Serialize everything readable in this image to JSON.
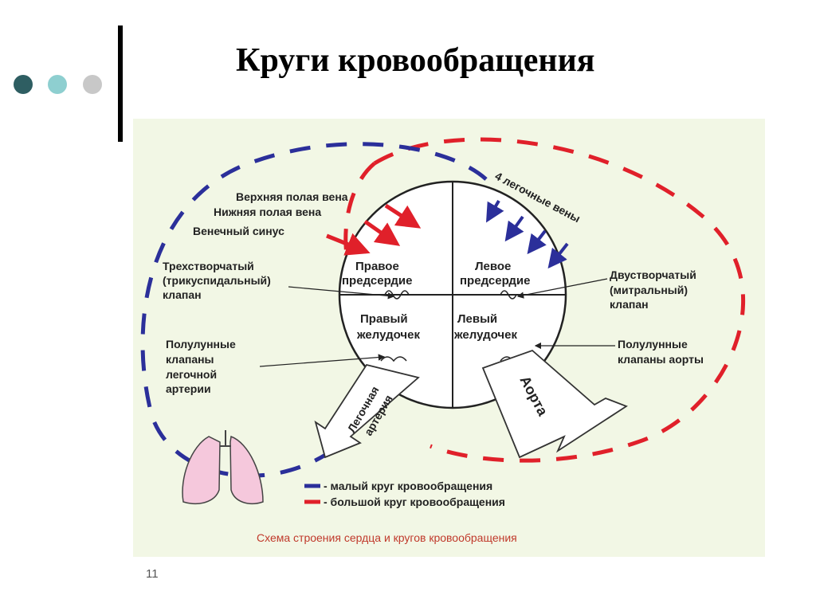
{
  "slide": {
    "title": "Круги кровообращения",
    "number": "11",
    "bullet_colors": [
      "#2e5e62",
      "#8ecfd0",
      "#c8c8c8"
    ]
  },
  "diagram": {
    "labels": {
      "superior_vena_cava": "Верхняя полая вена",
      "inferior_vena_cava": "Нижняя полая вена",
      "coronary_sinus": "Венечный синус",
      "pulmonary_veins": "4 легочные вены",
      "tricuspid_line1": "Трехстворчатый",
      "tricuspid_line2": "(трикуспидальный)",
      "tricuspid_line3": "клапан",
      "mitral_line1": "Двустворчатый",
      "mitral_line2": "(митральный)",
      "mitral_line3": "клапан",
      "pulm_semilunar_line1": "Полулунные",
      "pulm_semilunar_line2": "клапаны",
      "pulm_semilunar_line3": "легочной",
      "pulm_semilunar_line4": "артерии",
      "aortic_semilunar_line1": "Полулунные",
      "aortic_semilunar_line2": "клапаны аорты",
      "right_atrium_line1": "Правое",
      "right_atrium_line2": "предсердие",
      "left_atrium_line1": "Левое",
      "left_atrium_line2": "предсердие",
      "right_ventricle_line1": "Правый",
      "right_ventricle_line2": "желудочек",
      "left_ventricle_line1": "Левый",
      "left_ventricle_line2": "желудочек",
      "pulmonary_artery_line1": "Легочная",
      "pulmonary_artery_line2": "артерия",
      "aorta": "Аорта"
    },
    "legend": {
      "pulmonary_circuit": "- малый круг кровообращения",
      "systemic_circuit": "- большой круг кровообращения"
    },
    "caption": "Схема строения сердца и кругов кровообращения",
    "colors": {
      "pulmonary_circuit": "#2b2f9a",
      "systemic_circuit": "#e0202a",
      "caption": "#c0392b",
      "lungs": "#f5c8dc",
      "panel": "#f2f7e5"
    }
  }
}
